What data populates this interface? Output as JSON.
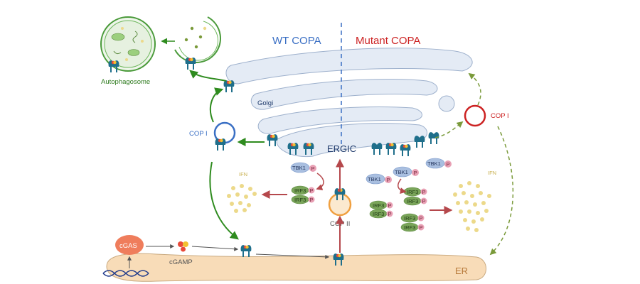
{
  "labels": {
    "wt_copa": "WT COPA",
    "mutant_copa": "Mutant COPA",
    "golgi": "Golgi",
    "ergic": "ERGIC",
    "er": "ER",
    "autophagosome": "Autophagosome",
    "cop_i_left": "COP I",
    "cop_i_right": "COP I",
    "cop_ii": "COP II",
    "ifn_left": "IFN",
    "ifn_right": "IFN",
    "cgas": "cGAS",
    "cgamp": "cGAMP",
    "tbk1": "TBK1",
    "irf3": "IRF3",
    "p": "P"
  },
  "colors": {
    "wt": "#3a6fc4",
    "mutant": "#cc2222",
    "green_arrow": "#2e8b1e",
    "red_arrow": "#b5484c",
    "dashed_green": "#7a9a3a",
    "golgi_fill": "#e4ebf5",
    "er_fill": "#f8dcb8",
    "sting": "#1f6f8b",
    "tbk1": "#a9bfe0",
    "irf3": "#7aa55a",
    "phospho": "#e8a0b4",
    "ifn": "#ecd98a",
    "cgas": "#ef7d5c",
    "cop_ii": "#f0a040"
  }
}
